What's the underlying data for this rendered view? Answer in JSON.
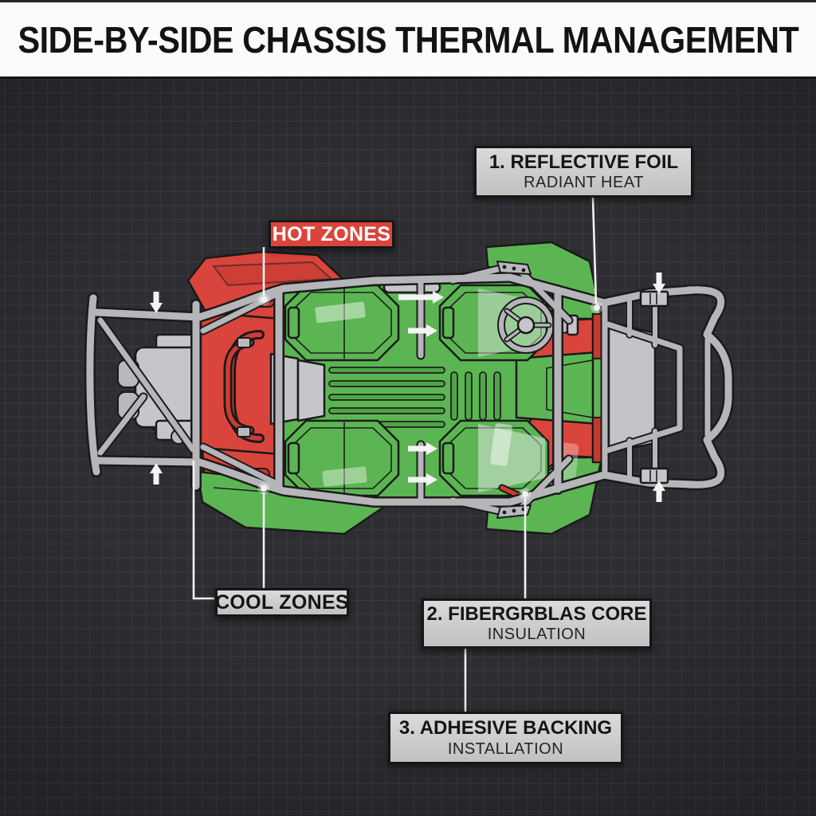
{
  "title": "SIDE-BY-SIDE CHASSIS THERMAL MANAGEMENT",
  "callouts": {
    "hot_zones": {
      "label": "HOT ZONES"
    },
    "cool_zones": {
      "label": "COOL ZONES"
    },
    "reflective_foil": {
      "title": "1. REFLECTIVE FOIL",
      "subtitle": "RADIANT HEAT"
    },
    "fiberglass_core": {
      "title": "2. FIBERGRBLAS CORE",
      "subtitle": "INSULATION"
    },
    "adhesive_backing": {
      "title": "3. ADHESIVE BACKING",
      "subtitle": "INSTALLATION"
    }
  },
  "colors": {
    "background": "#2d2d32",
    "grid-line": "#3b3b41",
    "hot-red": "#d9453c",
    "cool-green": "#5cb553",
    "tube-gray": "#b6b6ba",
    "tube-outline": "#1a1a1a",
    "label-border": "#161616",
    "line-white": "#f2f2f2",
    "title-bg": "#fbfbfb",
    "title-text": "#131313"
  }
}
